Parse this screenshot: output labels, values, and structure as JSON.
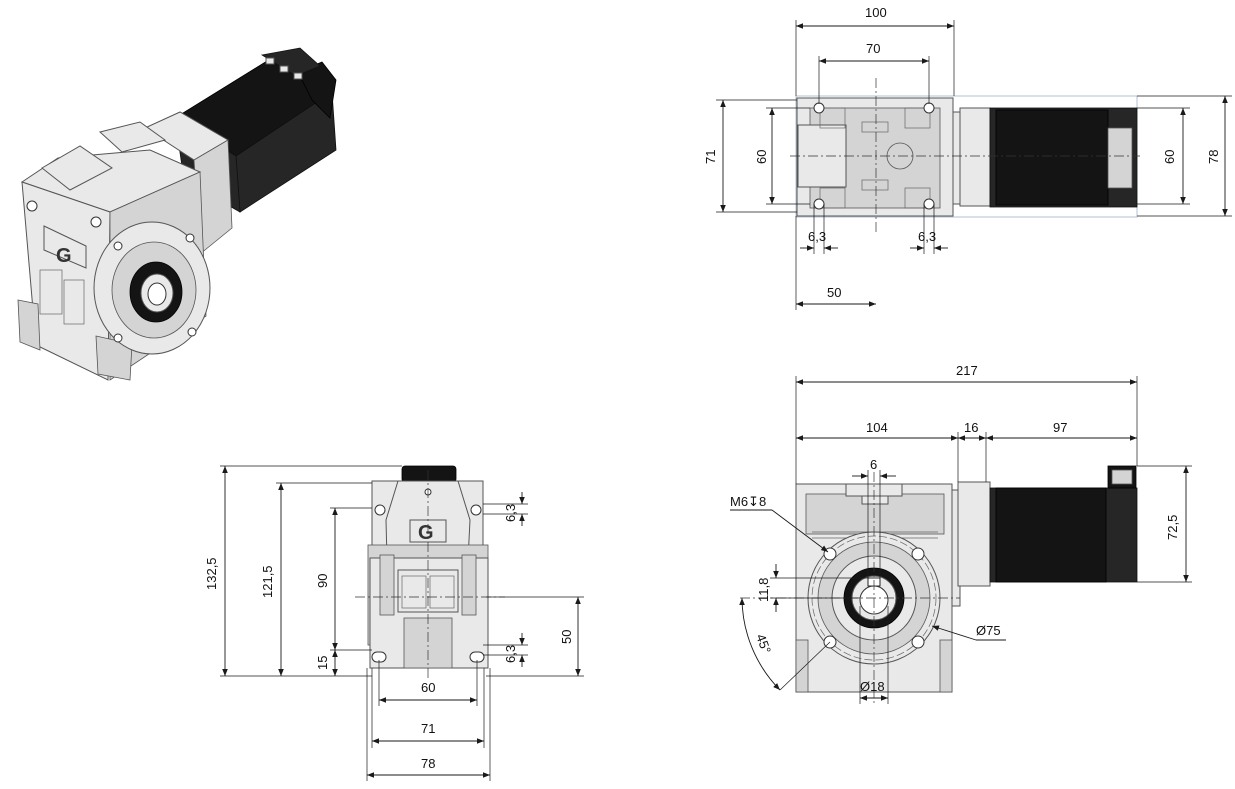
{
  "views": {
    "isometric": {
      "logo_letter": "G"
    },
    "top": {
      "dimensions": {
        "overall_width": "100",
        "hole_spacing": "70",
        "left_height": "71",
        "inner_height": "60",
        "motor_height": "60",
        "motor_overall": "78",
        "slot_left": "6,3",
        "slot_right": "6,3",
        "offset": "50"
      }
    },
    "front": {
      "logo_letter": "G",
      "dimensions": {
        "total_height": "132,5",
        "height_2": "121,5",
        "axis_height": "90",
        "base": "15",
        "slot_top": "6,3",
        "slot_bottom": "6,3",
        "half_height": "50",
        "hole_spacing": "60",
        "width_71": "71",
        "width_78": "78"
      }
    },
    "side": {
      "dimensions": {
        "total_length": "217",
        "gearbox_length": "104",
        "adapter_length": "16",
        "motor_length": "97",
        "key_width": "6",
        "thread": "M6↧8",
        "key_height": "11,8",
        "angle": "45°",
        "flange_diameter": "Ø75",
        "bore_diameter": "Ø18",
        "motor_square": "72,5"
      }
    }
  },
  "colors": {
    "housing": "#e9e9e9",
    "housing_shade": "#d4d4d4",
    "motor": "#262626",
    "lines": "#1a1a1a"
  }
}
